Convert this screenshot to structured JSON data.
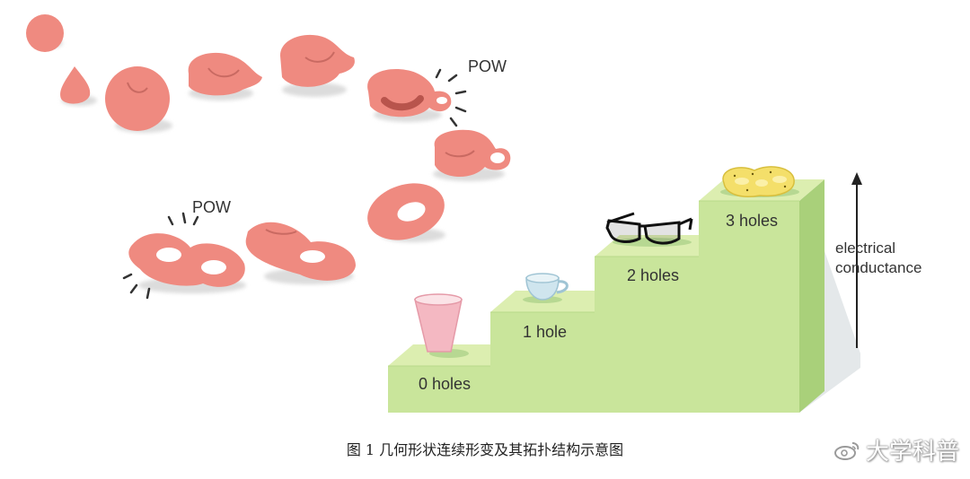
{
  "labels": {
    "pow_top": "POW",
    "pow_bottom": "POW",
    "step0": "0 holes",
    "step1": "1 hole",
    "step2": "2 holes",
    "step3": "3 holes",
    "axis_line1": "electrical",
    "axis_line2": "conductance"
  },
  "caption": "图 1  几何形状连续形变及其拓扑结构示意图",
  "watermark": "大学科普",
  "colors": {
    "blob": "#ef8a80",
    "blob_shadow": "#d9d9d9",
    "step_top": "#dceeb0",
    "step_front": "#c9e59b",
    "step_side": "#a9d07a",
    "cup_pink": "#f4b8c2",
    "teacup_blue": "#cfe5ee",
    "pretzel": "#f4df6a"
  }
}
